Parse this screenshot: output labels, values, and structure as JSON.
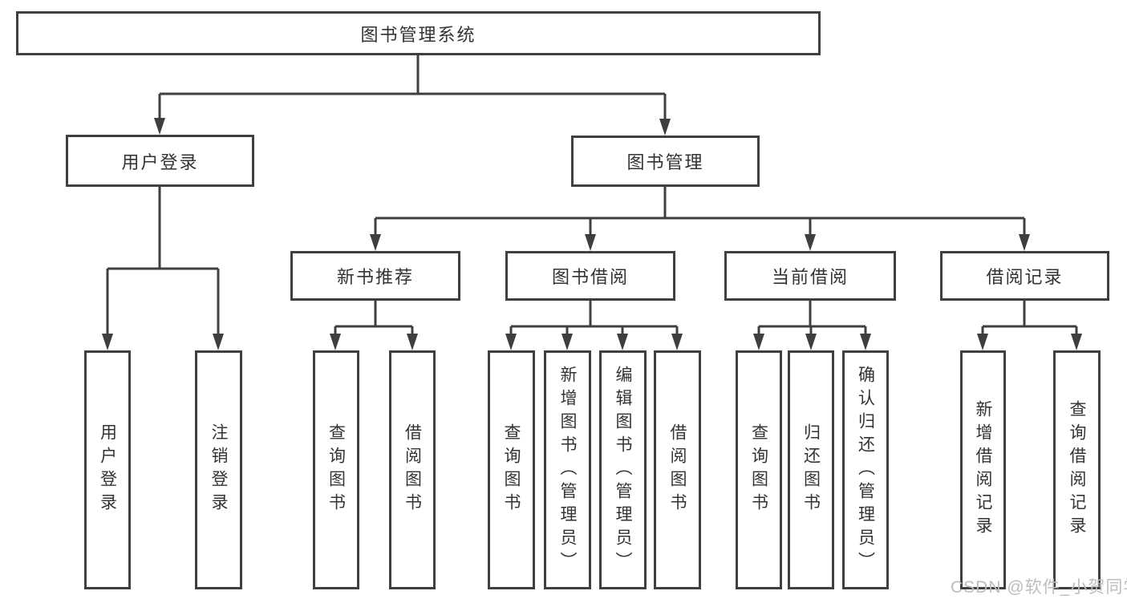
{
  "diagram": {
    "root": {
      "label": "图书管理系统",
      "children": [
        {
          "label": "用户登录",
          "children": [
            {
              "label": "用户登录"
            },
            {
              "label": "注销登录"
            }
          ]
        },
        {
          "label": "图书管理",
          "children": [
            {
              "label": "新书推荐",
              "children": [
                {
                  "label": "查询图书"
                },
                {
                  "label": "借阅图书"
                }
              ]
            },
            {
              "label": "图书借阅",
              "children": [
                {
                  "label": "查询图书"
                },
                {
                  "label": "新增图书（管理员）"
                },
                {
                  "label": "编辑图书（管理员）"
                },
                {
                  "label": "借阅图书"
                }
              ]
            },
            {
              "label": "当前借阅",
              "children": [
                {
                  "label": "查询图书"
                },
                {
                  "label": "归还图书"
                },
                {
                  "label": "确认归还（管理员）"
                }
              ]
            },
            {
              "label": "借阅记录",
              "children": [
                {
                  "label": "新增借阅记录"
                },
                {
                  "label": "查询借阅记录"
                }
              ]
            }
          ]
        }
      ]
    }
  },
  "watermark": {
    "text": "CSDN @软件_小贺同学"
  },
  "colors": {
    "line": "#3f3f3f",
    "text": "#333333",
    "watermark": "#bdbdbd",
    "background": "#ffffff"
  }
}
